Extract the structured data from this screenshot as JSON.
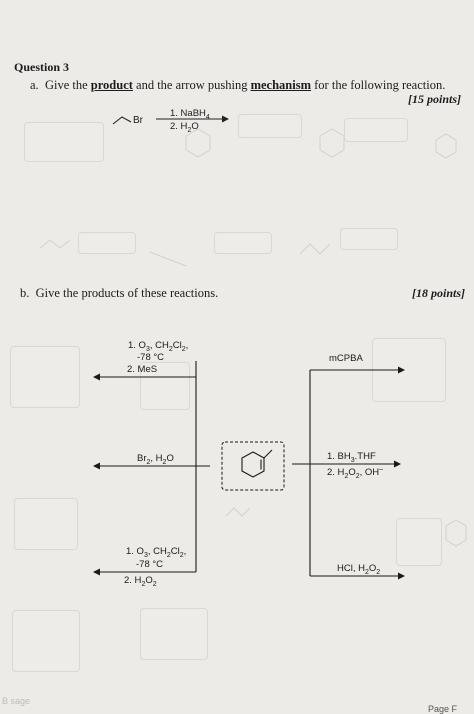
{
  "question": {
    "title": "Question 3",
    "part_a": {
      "prefix": "a.",
      "text_1": "Give the ",
      "emph_1": "product",
      "text_2": " and the arrow pushing ",
      "emph_2": "mechanism",
      "text_3": " for the following reaction.",
      "points": "[15 points]",
      "substrate_label": "Br",
      "reagent_1": "1. NaBH",
      "reagent_1_sub": "4",
      "reagent_2": "2. H",
      "reagent_2_sub": "2",
      "reagent_2_end": "O"
    },
    "part_b": {
      "prefix": "b.",
      "text": "Give the products of these reactions.",
      "points": "[18 points]",
      "ozonolysis_mes": {
        "line1": "1. O",
        "line1_sub": "3",
        "line1_end": ", CH",
        "line1_sub2": "2",
        "line1_end2": "Cl",
        "line1_sub3": "2",
        "line1_end3": ",",
        "line2": "-78 °C",
        "line3": "2. MeS"
      },
      "bromohydrin": {
        "text": "Br",
        "sub": "2",
        "end": ", H",
        "sub2": "2",
        "end2": "O"
      },
      "ozonolysis_h2o2": {
        "line1": "1. O",
        "line1_sub": "3",
        "line1_end": ", CH",
        "line1_sub2": "2",
        "line1_end2": "Cl",
        "line1_sub3": "2",
        "line1_end3": ",",
        "line2": "-78 °C",
        "line3": "2. H",
        "line3_sub": "2",
        "line3_mid": "O",
        "line3_sub2": "2"
      },
      "epoxidation": {
        "text": "mCPBA"
      },
      "hydroboration": {
        "line1": "1. BH",
        "line1_sub": "3",
        "line1_end": ".THF",
        "line2": "2. H",
        "line2_sub": "2",
        "line2_mid": "O",
        "line2_sub2": "2",
        "line2_end": ", OH",
        "line2_sup": "–"
      },
      "hcl_addition": {
        "text": "HCl, H",
        "sub": "2",
        "mid": "O",
        "sub2": "2"
      }
    }
  },
  "footer": {
    "page_label": "Page F",
    "corner_label": "B sage"
  }
}
